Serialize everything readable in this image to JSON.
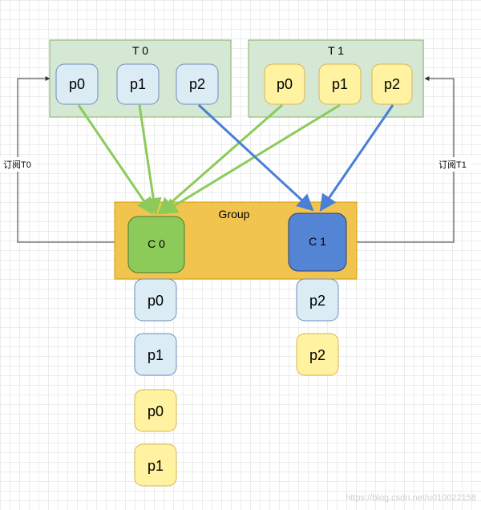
{
  "topics": [
    {
      "title": "T 0",
      "partitions": [
        "p0",
        "p1",
        "p2"
      ]
    },
    {
      "title": "T 1",
      "partitions": [
        "p0",
        "p1",
        "p2"
      ]
    }
  ],
  "group": {
    "label": "Group",
    "consumers": [
      {
        "label": "C 0",
        "assigned": [
          "p0",
          "p1",
          "p0",
          "p1"
        ]
      },
      {
        "label": "C 1",
        "assigned": [
          "p2",
          "p2"
        ]
      }
    ]
  },
  "subscriptions": {
    "left": "订阅T0",
    "right": "订阅T1"
  },
  "watermark": "https://blog.csdn.net/u010022158",
  "colors": {
    "topic_box_fill": "#d5e8d4",
    "topic_box_stroke": "#82b366",
    "t0_partition_fill": "#dbecf5",
    "t1_partition_fill": "#fff2a0",
    "group_fill": "#f1c44f",
    "c0_fill": "#8ccb5a",
    "c1_fill": "#5484d4",
    "green_arrow": "#8ccb5a",
    "blue_arrow": "#4a7fd6"
  }
}
